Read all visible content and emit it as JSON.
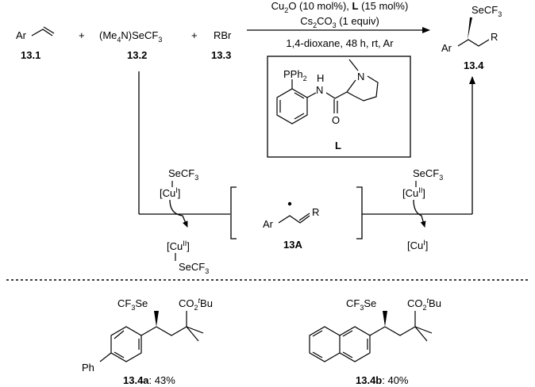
{
  "reagents": {
    "substrate": "Ar",
    "substrate_id": "13.1",
    "plus1": "+",
    "se_reagent_a": "(Me",
    "se_reagent_sub1": "4",
    "se_reagent_b": "N)SeCF",
    "se_reagent_sub2": "3",
    "se_reagent_id": "13.2",
    "plus2": "+",
    "halide": "RBr",
    "halide_id": "13.3"
  },
  "conditions": {
    "line1_a": "Cu",
    "line1_sub": "2",
    "line1_b": "O (10 mol%), ",
    "line1_ligand": "L",
    "line1_c": " (15 mol%)",
    "line2_a": "Cs",
    "line2_sub1": "2",
    "line2_b": "CO",
    "line2_sub2": "3",
    "line2_c": " (1 equiv)",
    "line3": "1,4-dioxane, 48 h, rt, Ar"
  },
  "ligand_box": {
    "pph2_a": "PPh",
    "pph2_sub": "2",
    "n_amide": "N",
    "h_amide": "H",
    "n_ring": "N",
    "o_carbonyl": "O",
    "label": "L"
  },
  "product": {
    "secf3_a": "SeCF",
    "secf3_sub": "3",
    "ar": "Ar",
    "r": "R",
    "id": "13.4"
  },
  "mechanism": {
    "left_cu_secf3_a": "SeCF",
    "left_cu_secf3_sub": "3",
    "left_cu_a": "[Cu",
    "left_cu_sup": "I",
    "left_cu_b": "]",
    "left_out_cu_a": "[Cu",
    "left_out_cu_sup": "II",
    "left_out_cu_b": "]",
    "left_out_secf3_a": "SeCF",
    "left_out_secf3_sub": "3",
    "radical_ar": "Ar",
    "radical_r": "R",
    "radical_id": "13A",
    "right_secf3_a": "SeCF",
    "right_secf3_sub": "3",
    "right_cu_a": "[Cu",
    "right_cu_sup": "II",
    "right_cu_b": "]",
    "right_out_cu_a": "[Cu",
    "right_out_cu_sup": "I",
    "right_out_cu_b": "]"
  },
  "examples": [
    {
      "secf3_a": "CF",
      "secf3_sub": "3",
      "secf3_b": "Se",
      "ester_a": "CO",
      "ester_sub": "2",
      "ester_sup": "t",
      "ester_b": "Bu",
      "ph": "Ph",
      "id": "13.4a",
      "yield": ": 43%"
    },
    {
      "secf3_a": "CF",
      "secf3_sub": "3",
      "secf3_b": "Se",
      "ester_a": "CO",
      "ester_sub": "2",
      "ester_sup": "t",
      "ester_b": "Bu",
      "id": "13.4b",
      "yield": ": 40%"
    }
  ]
}
